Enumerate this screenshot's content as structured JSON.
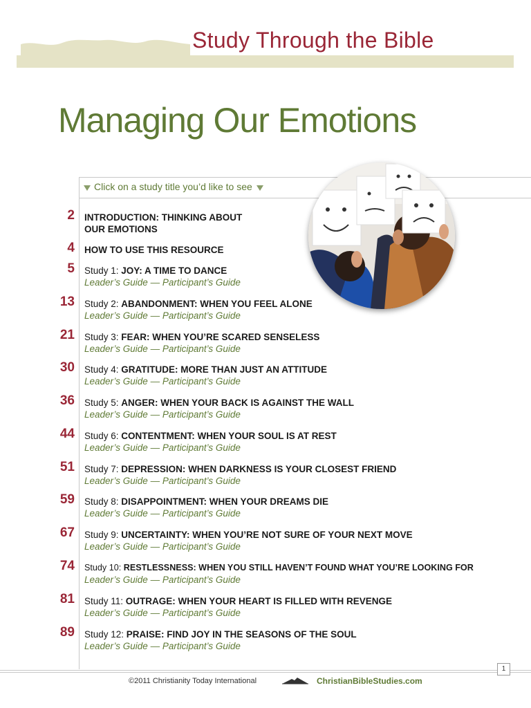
{
  "header": {
    "series_title": "Study Through the Bible",
    "main_title": "Managing Our Emotions",
    "instruction": "Click on a study title you’d like to see"
  },
  "toc": [
    {
      "page": "2",
      "prefix": "",
      "title": "INTRODUCTION: THINKING ABOUT",
      "title2": "OUR EMOTIONS",
      "leader": "",
      "participant": ""
    },
    {
      "page": "4",
      "prefix": "",
      "title": "HOW TO USE THIS RESOURCE",
      "title2": "",
      "leader": "",
      "participant": ""
    },
    {
      "page": "5",
      "prefix": "Study 1: ",
      "title": "JOY: A TIME TO DANCE",
      "title2": "",
      "leader": "Leader’s Guide",
      "participant": "Participant’s Guide"
    },
    {
      "page": "13",
      "prefix": "Study 2: ",
      "title": "ABANDONMENT: WHEN YOU FEEL ALONE",
      "title2": "",
      "leader": "Leader’s Guide",
      "participant": "Participant’s Guide"
    },
    {
      "page": "21",
      "prefix": "Study 3: ",
      "title": "FEAR: WHEN YOU’RE SCARED SENSELESS",
      "title2": "",
      "leader": "Leader’s Guide",
      "participant": "Participant’s Guide"
    },
    {
      "page": "30",
      "prefix": "Study 4: ",
      "title": "GRATITUDE: MORE THAN JUST AN ATTITUDE",
      "title2": "",
      "leader": "Leader’s Guide",
      "participant": "Participant’s Guide"
    },
    {
      "page": "36",
      "prefix": "Study 5: ",
      "title": "ANGER: WHEN YOUR BACK IS AGAINST THE WALL",
      "title2": "",
      "leader": "Leader’s Guide",
      "participant": "Participant’s Guide"
    },
    {
      "page": "44",
      "prefix": "Study 6: ",
      "title": "CONTENTMENT: WHEN YOUR SOUL IS AT REST",
      "title2": "",
      "leader": "Leader’s Guide",
      "participant": "Participant’s Guide"
    },
    {
      "page": "51",
      "prefix": "Study 7: ",
      "title": "DEPRESSION: WHEN DARKNESS IS YOUR CLOSEST FRIEND",
      "title2": "",
      "leader": "Leader’s Guide",
      "participant": "Participant’s Guide"
    },
    {
      "page": "59",
      "prefix": "Study 8: ",
      "title": "DISAPPOINTMENT: WHEN YOUR DREAMS DIE",
      "title2": "",
      "leader": "Leader’s Guide",
      "participant": "Participant’s Guide"
    },
    {
      "page": "67",
      "prefix": "Study 9: ",
      "title": "UNCERTAINTY: WHEN YOU’RE NOT SURE OF YOUR NEXT MOVE",
      "title2": "",
      "leader": "Leader’s Guide",
      "participant": "Participant’s Guide"
    },
    {
      "page": "74",
      "prefix": "Study 10: ",
      "title": "RESTLESSNESS: WHEN YOU STILL HAVEN’T FOUND WHAT YOU’RE LOOKING FOR",
      "title2": "",
      "leader": "Leader’s Guide",
      "participant": "Participant’s Guide"
    },
    {
      "page": "81",
      "prefix": "Study 11: ",
      "title": "OUTRAGE: WHEN YOUR HEART IS FILLED WITH REVENGE",
      "title2": "",
      "leader": "Leader’s Guide",
      "participant": "Participant’s Guide"
    },
    {
      "page": "89",
      "prefix": "Study 12: ",
      "title": "PRAISE: FIND JOY IN THE SEASONS OF THE SOUL",
      "title2": "",
      "leader": "Leader’s Guide",
      "participant": "Participant’s Guide"
    }
  ],
  "guide_separator": " — ",
  "footer": {
    "page_number": "1",
    "copyright": "©2011 Christianity Today International",
    "site": "ChristianBibleStudies.com"
  },
  "colors": {
    "accent_red": "#9a2636",
    "accent_green": "#5f7a35",
    "banner": "#e5e3c6"
  },
  "icons": {
    "photo": "faces-photo",
    "logo": "mountain-logo-icon",
    "instruction": "triangle-down-icon"
  }
}
